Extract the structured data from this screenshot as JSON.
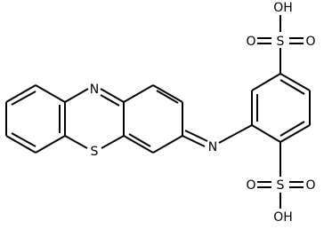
{
  "molecule": {
    "atom_labels": {
      "ring_nitrogen": "N",
      "ring_sulfur": "S",
      "imine_nitrogen": "N",
      "sulfur_top": "S",
      "oxygen_top_left": "O",
      "oxygen_top_right": "O",
      "hydroxyl_top": "OH",
      "sulfur_bottom": "S",
      "oxygen_bottom_left": "O",
      "oxygen_bottom_right": "O",
      "hydroxyl_bottom": "OH"
    }
  }
}
